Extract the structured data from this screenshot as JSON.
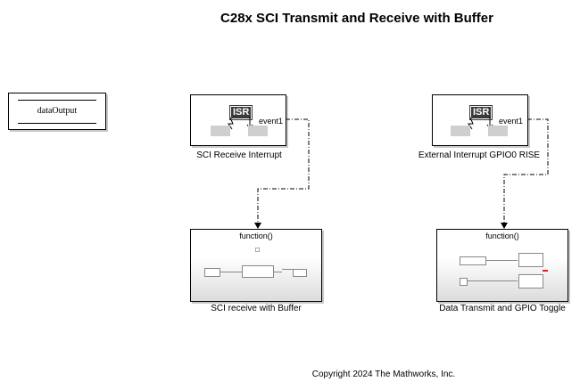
{
  "title": "C28x SCI Transmit and Receive with Buffer",
  "copyright": "Copyright 2024 The Mathworks, Inc.",
  "data_store": {
    "label": "dataOutput"
  },
  "blocks": {
    "sci_interrupt": {
      "badge": "ISR",
      "port": "event1",
      "label": "SCI Receive Interrupt"
    },
    "gpio_interrupt": {
      "badge": "ISR",
      "port": "event1",
      "label": "External Interrupt GPIO0 RISE"
    },
    "sci_receive_subsystem": {
      "header": "function()",
      "label": "SCI receive with Buffer"
    },
    "data_transmit_subsystem": {
      "header": "function()",
      "label": "Data Transmit and GPIO Toggle"
    }
  },
  "colors": {
    "signal": "#000000",
    "block_shadow": "#c8c8c8",
    "port_fill": "#cfcfcf",
    "badge": "#3a3a3a"
  }
}
